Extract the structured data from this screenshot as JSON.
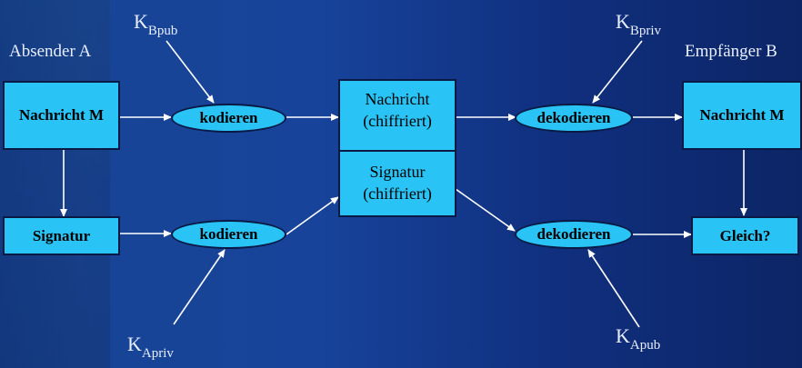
{
  "diagram": {
    "sender_label": "Absender A",
    "receiver_label": "Empfänger B",
    "message_box": "Nachricht M",
    "signature_box": "Signatur",
    "receiver_message_box": "Nachricht M",
    "compare_box": "Gleich?",
    "encrypted_message": "Nachricht (chiffriert)",
    "encrypted_signature": "Signatur (chiffriert)",
    "encode_top": "kodieren",
    "encode_bottom": "kodieren",
    "decode_top": "dekodieren",
    "decode_bottom": "dekodieren",
    "keys": {
      "kb_pub": {
        "base": "K",
        "sub": "Bpub"
      },
      "kb_priv": {
        "base": "K",
        "sub": "Bpriv"
      },
      "ka_priv": {
        "base": "K",
        "sub": "Apriv"
      },
      "ka_pub": {
        "base": "K",
        "sub": "Apub"
      }
    }
  }
}
